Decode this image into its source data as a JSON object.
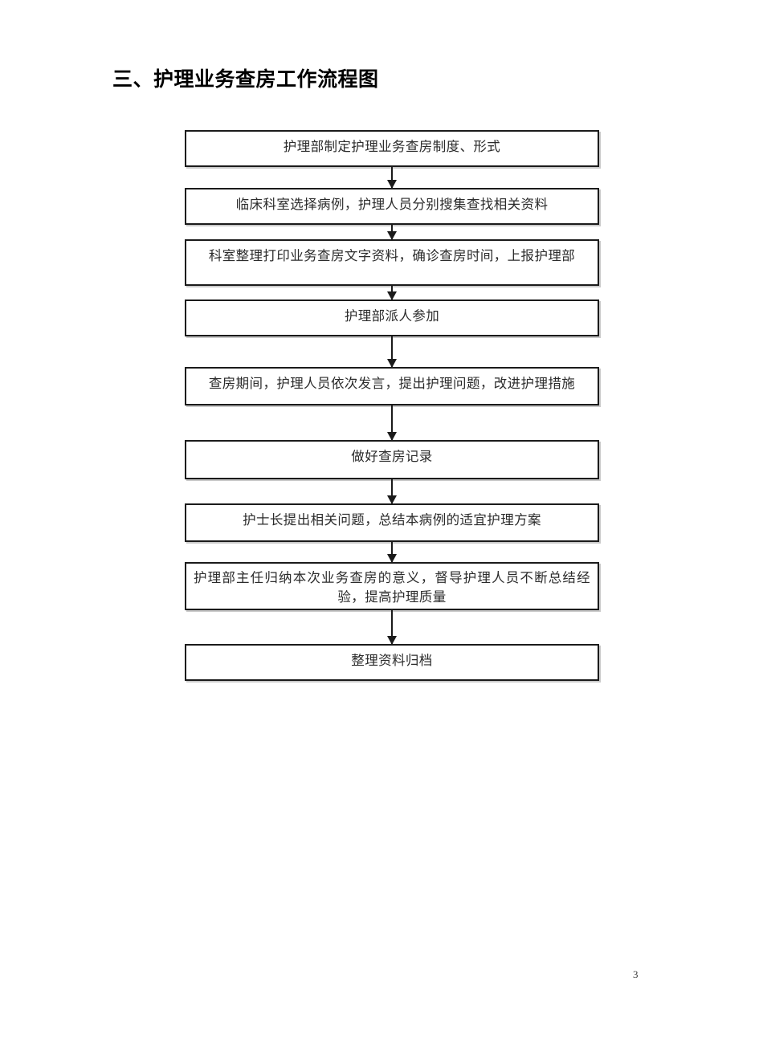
{
  "document": {
    "title": "三、护理业务查房工作流程图",
    "page_number": "3"
  },
  "flowchart": {
    "type": "vertical-flow",
    "steps": [
      {
        "id": "step-1",
        "label": "护理部制定护理业务查房制度、形式"
      },
      {
        "id": "step-2",
        "label": "临床科室选择病例，护理人员分别搜集查找相关资料"
      },
      {
        "id": "step-3",
        "label": "科室整理打印业务查房文字资料，确诊查房时间，上报护理部"
      },
      {
        "id": "step-4",
        "label": "护理部派人参加"
      },
      {
        "id": "step-5",
        "label": "查房期间，护理人员依次发言，提出护理问题，改进护理措施"
      },
      {
        "id": "step-6",
        "label": "做好查房记录"
      },
      {
        "id": "step-7",
        "label": "护士长提出相关问题，总结本病例的适宜护理方案"
      },
      {
        "id": "step-8",
        "label": "护理部主任归纳本次业务查房的意义，督导护理人员不断总结经验，提高护理质量"
      },
      {
        "id": "step-9",
        "label": "整理资料归档"
      }
    ],
    "connectors": [
      {
        "id": "arrow-1-2",
        "from": "step-1",
        "to": "step-2"
      },
      {
        "id": "arrow-2-3",
        "from": "step-2",
        "to": "step-3"
      },
      {
        "id": "arrow-3-4",
        "from": "step-3",
        "to": "step-4"
      },
      {
        "id": "arrow-4-5",
        "from": "step-4",
        "to": "step-5"
      },
      {
        "id": "arrow-5-6",
        "from": "step-5",
        "to": "step-6"
      },
      {
        "id": "arrow-6-7",
        "from": "step-6",
        "to": "step-7"
      },
      {
        "id": "arrow-7-8",
        "from": "step-7",
        "to": "step-8"
      },
      {
        "id": "arrow-8-9",
        "from": "step-8",
        "to": "step-9"
      }
    ],
    "colors": {
      "box_border": "#1b1b1b",
      "box_fill": "#ffffff",
      "box_shadow": "#c9c9c9",
      "text": "#2b2b2b",
      "arrow": "#1b1b1b"
    }
  }
}
